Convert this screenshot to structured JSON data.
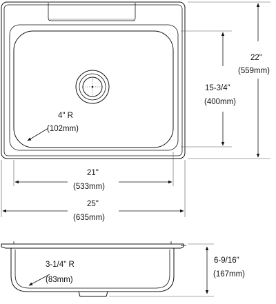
{
  "diagram": {
    "subject": "drop-in stainless steel sink, top and side views",
    "dimensions": {
      "outer_depth": {
        "imperial": "22\"",
        "metric": "(559mm)"
      },
      "bowl_depth": {
        "imperial": "15-3/4\"",
        "metric": "(400mm)"
      },
      "corner_radius": {
        "imperial": "4\" R",
        "metric": "(102mm)"
      },
      "bowl_width": {
        "imperial": "21\"",
        "metric": "(533mm)"
      },
      "outer_width": {
        "imperial": "25\"",
        "metric": "(635mm)"
      },
      "side_radius": {
        "imperial": "3-1/4\" R",
        "metric": "(83mm)"
      },
      "bowl_height": {
        "imperial": "6-9/16\"",
        "metric": "(167mm)"
      }
    }
  }
}
